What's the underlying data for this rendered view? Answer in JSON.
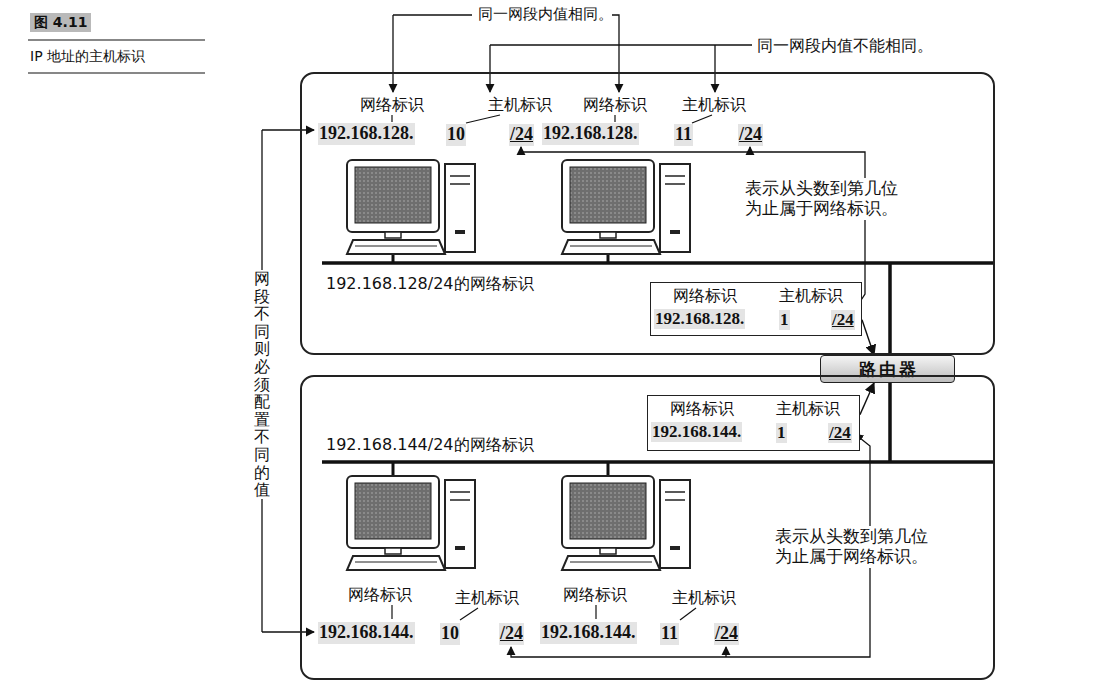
{
  "diagram": {
    "title": "图 4.11",
    "caption": "IP 地址的主机标识",
    "nodes": [
      {
        "text": [
          "192.168.128/24的网络标识"
        ]
      },
      {
        "text": [
          "网络标识",
          "主机标识",
          "192.168.128.",
          "1",
          "/24"
        ],
        "in": 0
      },
      {
        "text": [
          "路由器"
        ]
      },
      {
        "text": [
          "192.168.144/24的网络标识"
        ]
      },
      {
        "text": [
          "网络标识",
          "主机标识",
          "192.168.144.",
          "1",
          "/24"
        ],
        "in": 3
      }
    ],
    "edges": [
      {
        "from": 1,
        "to": 2,
        "arrow": "to"
      },
      {
        "from": 4,
        "to": 2,
        "arrow": "to"
      }
    ],
    "labels": [
      "同一网段内值相同。",
      "同一网段内值不能相同。",
      "网络标识",
      "主机标识",
      "网络标识",
      "主机标识",
      "192.168.128.",
      "10",
      "/24",
      "192.168.128.",
      "11",
      "/24",
      "表示从头数到第几位 为止属于网络标识。",
      "网段不同则必须配置不同的值",
      "表示从头数到第几位 为止属于网络标识。",
      "网络标识",
      "主机标识",
      "网络标识",
      "主机标识",
      "192.168.144.",
      "10",
      "/24",
      "192.168.144.",
      "11",
      "/24"
    ]
  }
}
